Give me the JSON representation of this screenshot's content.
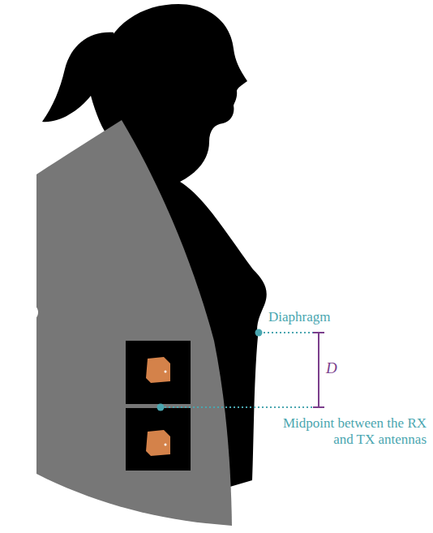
{
  "diagram": {
    "labels": [
      "Diaphragm",
      "D",
      "Midpoint between the RX and TX antennas"
    ]
  }
}
